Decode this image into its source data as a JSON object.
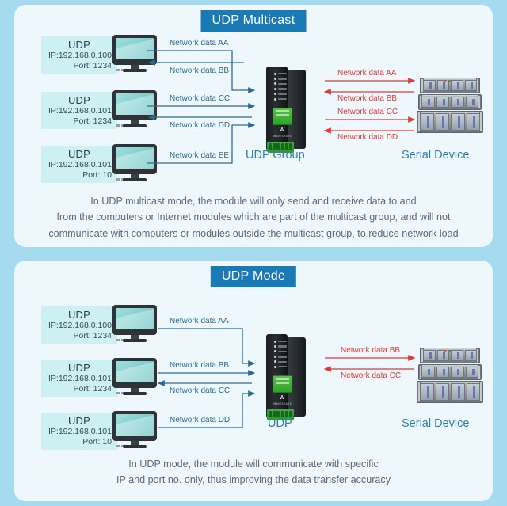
{
  "page": {
    "background_color": "#a6dbef",
    "panel_color": "#eef7fc",
    "banner_color": "#1a7ab5",
    "blue_accent": "#2a6c91",
    "red_accent": "#e03a34",
    "device_label_color": "#2b7fb0"
  },
  "panels": [
    {
      "id": "udp-multicast",
      "title": "UDP Multicast",
      "hosts": [
        {
          "protocol": "UDP",
          "ip": "IP:192.168.0.100",
          "port": "Port:  1234"
        },
        {
          "protocol": "UDP",
          "ip": "IP:192.168.0.101",
          "port": "Port:  1234"
        },
        {
          "protocol": "UDP",
          "ip": "IP:192.168.0.101",
          "port": "Port:  10"
        }
      ],
      "module_caption": "UDP Group",
      "serial_caption": "Serial Device",
      "network_flows": [
        {
          "label": "Network data AA",
          "direction": "to-module",
          "color": "blue"
        },
        {
          "label": "Network data BB",
          "direction": "to-host",
          "color": "blue"
        },
        {
          "label": "Network data CC",
          "direction": "to-module",
          "color": "blue"
        },
        {
          "label": "Network data DD",
          "direction": "to-host",
          "color": "blue"
        },
        {
          "label": "Network data EE",
          "direction": "to-module",
          "color": "blue"
        }
      ],
      "serial_flows": [
        {
          "label": "Network data AA",
          "direction": "to-serial",
          "color": "red"
        },
        {
          "label": "Network data BB",
          "direction": "to-module",
          "color": "red"
        },
        {
          "label": "Network data CC",
          "direction": "to-serial",
          "color": "red"
        },
        {
          "label": "Network data DD",
          "direction": "to-module",
          "color": "red"
        }
      ],
      "caption_lines": [
        "In UDP multicast mode, the module will only send and receive data to and",
        "from the computers or Internet modules which are part of the multicast group, and will not",
        "communicate with computers or modules outside the multicast group, to reduce network load"
      ]
    },
    {
      "id": "udp-mode",
      "title": "UDP Mode",
      "hosts": [
        {
          "protocol": "UDP",
          "ip": "IP:192.168.0.100",
          "port": "Port:  1234"
        },
        {
          "protocol": "UDP",
          "ip": "IP:192.168.0.101",
          "port": "Port:  1234"
        },
        {
          "protocol": "UDP",
          "ip": "IP:192.168.0.101",
          "port": "Port:  10"
        }
      ],
      "module_caption": "UDP",
      "serial_caption": "Serial Device",
      "network_flows": [
        {
          "label": "Network data AA",
          "direction": "to-module",
          "color": "blue"
        },
        {
          "label": "Network data BB",
          "direction": "to-module",
          "color": "blue"
        },
        {
          "label": "Network data CC",
          "direction": "to-module",
          "color": "blue"
        },
        {
          "label": "Network data DD",
          "direction": "to-module",
          "color": "blue"
        }
      ],
      "serial_flows": [
        {
          "label": "Network data BB",
          "direction": "to-serial",
          "color": "red"
        },
        {
          "label": "Network data CC",
          "direction": "to-module",
          "color": "red"
        }
      ],
      "caption_lines": [
        "In UDP mode, the module will communicate with specific",
        "IP and port no. only, thus improving the data transfer accuracy"
      ]
    }
  ]
}
